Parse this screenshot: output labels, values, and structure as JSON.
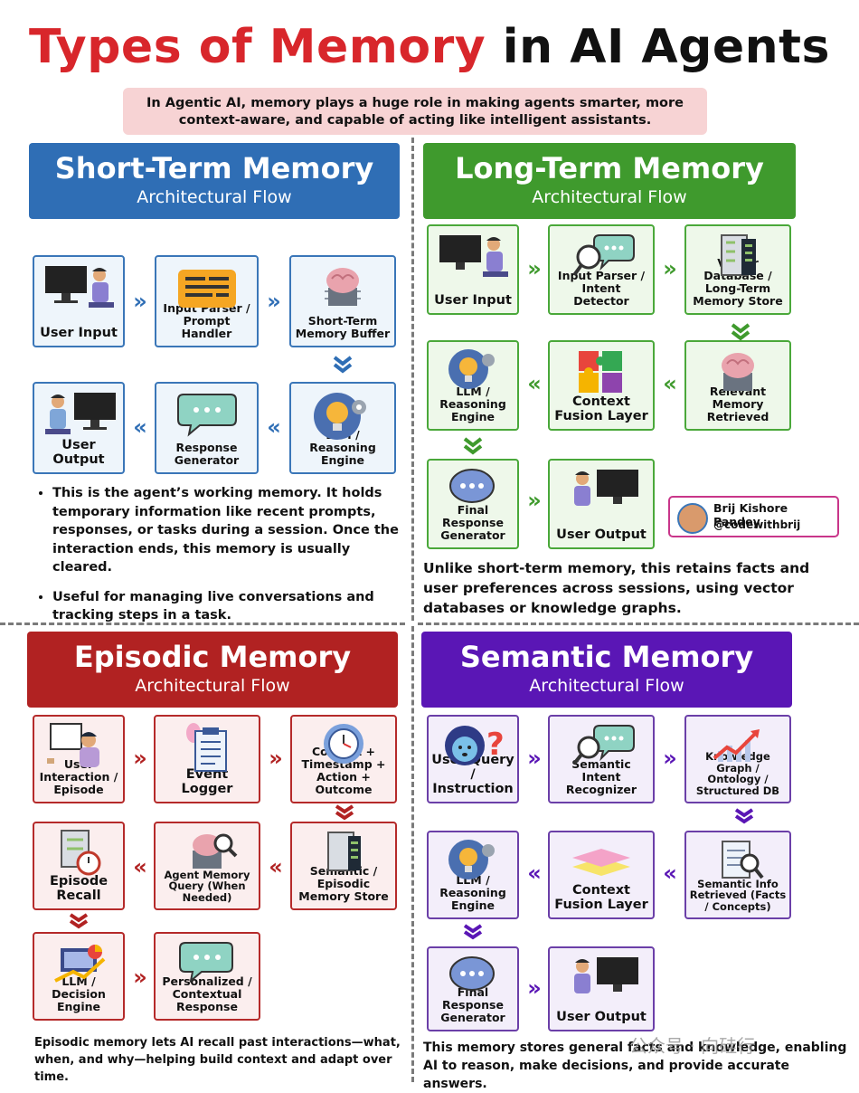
{
  "title": {
    "part1": "Types of Memory",
    "part2": "in AI Agents"
  },
  "intro": "In Agentic AI, memory plays a huge role in making agents smarter, more context-aware, and capable of acting like intelligent assistants.",
  "colors": {
    "blue": "#2f6eb5",
    "green": "#3f9a2d",
    "red": "#b12222",
    "purple": "#5a16b5",
    "title_red": "#d8262b"
  },
  "short_term": {
    "title": "Short-Term Memory",
    "subtitle": "Architectural Flow",
    "nodes": [
      "User Input",
      "Input Parser / Prompt Handler",
      "Short-Term Memory Buffer",
      "LLM / Reasoning Engine",
      "Response Generator",
      "User Output"
    ],
    "bullets": [
      "This is the agent’s working memory. It holds temporary information like recent prompts, responses, or tasks during a session. Once the interaction ends, this memory is usually cleared.",
      "Useful for managing live conversations and tracking steps in a task."
    ]
  },
  "long_term": {
    "title": "Long-Term Memory",
    "subtitle": "Architectural Flow",
    "nodes": [
      "User Input",
      "Input Parser / Intent Detector",
      "Vector Database / Long-Term Memory Store",
      "Relevant Memory Retrieved",
      "Context Fusion Layer",
      "LLM / Reasoning Engine",
      "Final Response Generator",
      "User Output"
    ],
    "description": "Unlike short-term memory, this retains facts and user preferences across sessions, using vector databases or knowledge graphs."
  },
  "author": {
    "name": "Brij Kishore Pandey",
    "handle": "@codewithbrij"
  },
  "episodic": {
    "title": "Episodic Memory",
    "subtitle": "Architectural Flow",
    "nodes": [
      "User Interaction / Episode",
      "Event Logger",
      "Context + Timestamp + Action + Outcome",
      "Semantic / Episodic Memory Store",
      "Agent Memory Query (When Needed)",
      "Episode Recall",
      "LLM / Decision Engine",
      "Personalized / Contextual Response"
    ],
    "description": "Episodic memory lets AI recall past interactions—what, when, and why—helping build context and adapt over time."
  },
  "semantic": {
    "title": "Semantic Memory",
    "subtitle": "Architectural Flow",
    "nodes": [
      "User Query / Instruction",
      "Semantic Intent Recognizer",
      "Knowledge Graph / Ontology / Structured DB",
      "Semantic Info Retrieved (Facts / Concepts)",
      "Context Fusion Layer",
      "LLM / Reasoning Engine",
      "Final Response Generator",
      "User Output"
    ],
    "description": "This memory stores general facts and knowledge, enabling AI to reason, make decisions, and provide accurate answers."
  },
  "arrows": {
    "right": "»",
    "left": "«",
    "down": "⌄"
  },
  "watermark": "公众号 · 向硅行"
}
